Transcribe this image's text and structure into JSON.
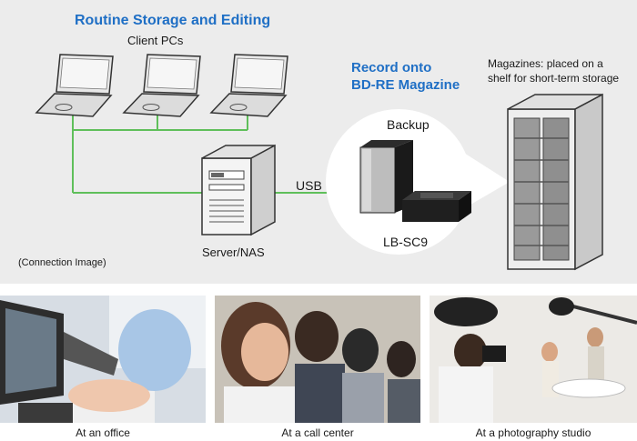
{
  "diagram": {
    "title": "Routine Storage and Editing",
    "client_label": "Client PCs",
    "record_title_line1": "Record onto",
    "record_title_line2": "BD-RE Magazine",
    "magazine_note_line1": "Magazines: placed on a",
    "magazine_note_line2": "shelf for short-term storage",
    "backup_label": "Backup",
    "usb_label": "USB",
    "device_label": "LB-SC9",
    "server_label": "Server/NAS",
    "connection_note": "(Connection Image)"
  },
  "photos": [
    {
      "caption": "At an office"
    },
    {
      "caption": "At a call center"
    },
    {
      "caption": "At a photography studio"
    }
  ],
  "colors": {
    "title_blue": "#1f6fc5",
    "link_green": "#5fbf5a",
    "diagram_bg": "#ececec"
  }
}
